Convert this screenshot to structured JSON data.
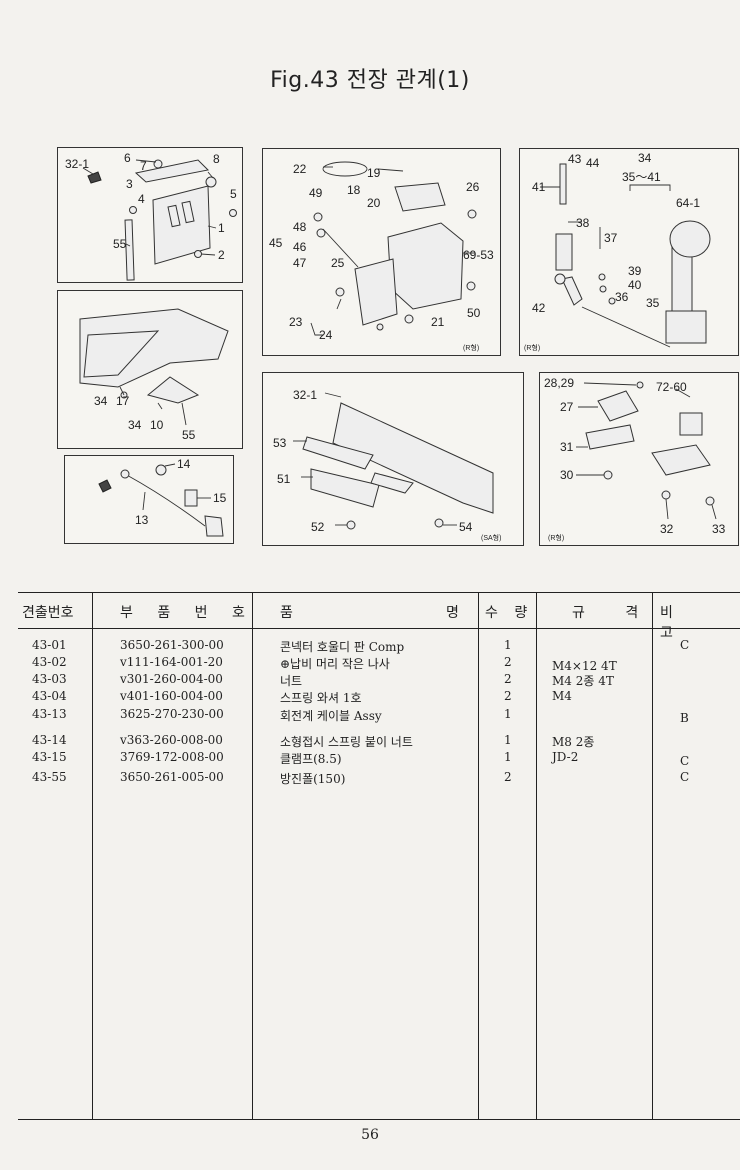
{
  "title": "Fig.43 전장 관계(1)",
  "labels": {
    "p1": [
      "32-1",
      "6",
      "7",
      "8",
      "3",
      "4",
      "5",
      "1",
      "55",
      "2"
    ],
    "p2": [
      "22",
      "19",
      "18",
      "20",
      "26",
      "49",
      "48",
      "45",
      "46",
      "47",
      "69-53",
      "25",
      "50",
      "23",
      "24",
      "21",
      "(R형)"
    ],
    "p3": [
      "43",
      "44",
      "34",
      "35～41",
      "41",
      "64-1",
      "38",
      "37",
      "39",
      "40",
      "36",
      "35",
      "42",
      "(R형)"
    ],
    "p4": [
      "34",
      "17",
      "34",
      "10",
      "55"
    ],
    "p5": [
      "32-1",
      "53",
      "51",
      "52",
      "54",
      "(SA형)"
    ],
    "p6": [
      "28,29",
      "72-60",
      "27",
      "31",
      "30",
      "32",
      "33",
      "(R형)"
    ],
    "p7": [
      "14",
      "15",
      "13"
    ]
  },
  "table": {
    "headers": [
      "견출번호",
      "부 품 번 호",
      "품",
      "명",
      "수 량",
      "규 격",
      "비 고"
    ],
    "rows": [
      [
        "43-01",
        "3650-261-300-00",
        "콘넥터 호울디 판 Comp",
        "1",
        "",
        "C"
      ],
      [
        "43-02",
        "v111-164-001-20",
        "⊕납비 머리 작은 나사",
        "2",
        "M4×12 4T",
        ""
      ],
      [
        "43-03",
        "v301-260-004-00",
        "너트",
        "2",
        "M4 2종 4T",
        ""
      ],
      [
        "43-04",
        "v401-160-004-00",
        "스프링 와셔 1호",
        "2",
        "M4",
        ""
      ],
      [
        "43-13",
        "3625-270-230-00",
        "회전계 케이블 Assy",
        "1",
        "",
        "B"
      ],
      [
        "43-14",
        "v363-260-008-00",
        "소형접시 스프링 붙이 너트",
        "1",
        "M8 2종",
        ""
      ],
      [
        "43-15",
        "3769-172-008-00",
        "클램프(8.5)",
        "1",
        "JD-2",
        "C"
      ],
      [
        "43-55",
        "3650-261-005-00",
        "방진폴(150)",
        "2",
        "",
        "C"
      ]
    ]
  },
  "page_number": "56"
}
